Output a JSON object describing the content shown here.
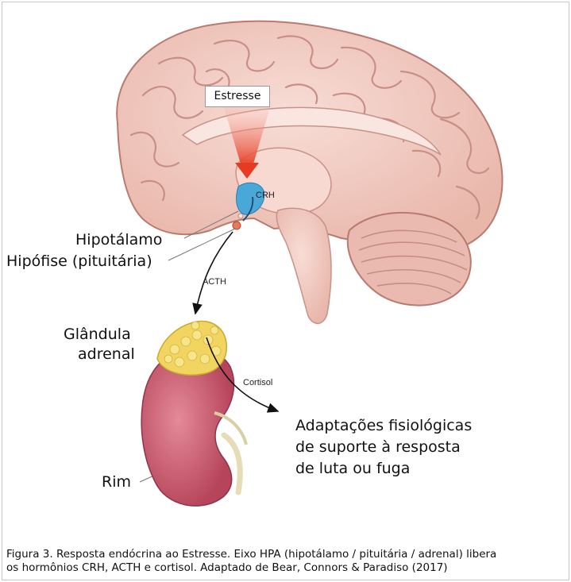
{
  "labels": {
    "stress": "Estresse",
    "crh": "CRH",
    "hypothalamus": "Hipotálamo",
    "pituitary": "Hipófise (pituitária)",
    "acth": "ACTH",
    "adrenal_line1": "Glândula",
    "adrenal_line2": "adrenal",
    "cortisol": "Cortisol",
    "adaptations_line1": "Adaptações fisiológicas",
    "adaptations_line2": "de suporte à resposta",
    "adaptations_line3": "de luta ou fuga",
    "kidney": "Rim"
  },
  "caption": {
    "line1": "Figura 3. Resposta endócrina ao Estresse. Eixo HPA (hipotálamo / pituitária / adrenal) libera",
    "line2": "os hormônios CRH, ACTH e cortisol. Adaptado de Bear, Connors & Paradiso (2017)"
  },
  "colors": {
    "brain": "#f1c9c0",
    "brain_fold": "#c98f86",
    "cerebellum": "#e9b8ae",
    "stem": "#f6dcd6",
    "hypothalamus_blue": "#4aa8d8",
    "stress_arrow": "#e8402a",
    "adrenal": "#f2d560",
    "kidney": "#c9566a"
  }
}
